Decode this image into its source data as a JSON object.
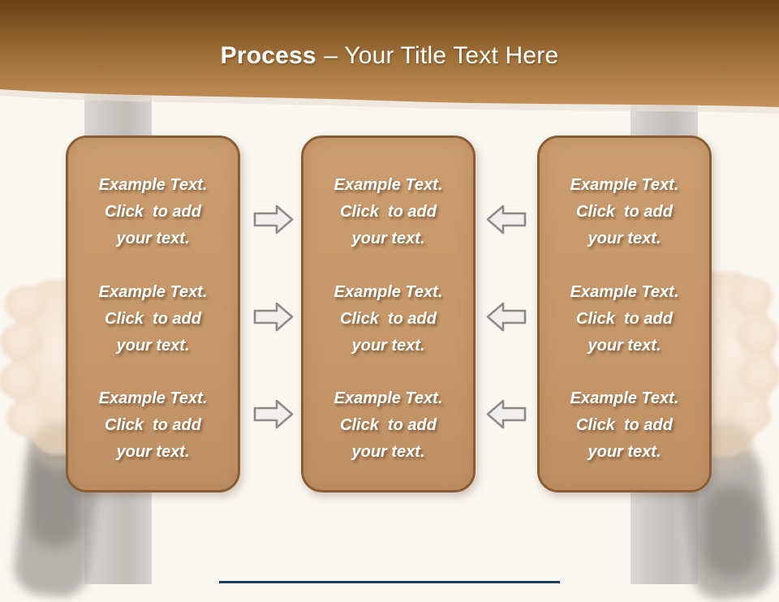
{
  "slide": {
    "background_color": "#faf6f0",
    "title": {
      "bold": "Process",
      "rest": "– Your Title Text Here",
      "color": "#ffffff"
    },
    "header": {
      "gradient_top": "#6b4015",
      "gradient_middle": "#a0713a",
      "gradient_bottom": "#c5905a"
    },
    "accent_line_color": "#20375f"
  },
  "panels": [
    {
      "name": "left-panel",
      "fill": "#c89a6c",
      "border": "#8a5c33",
      "blocks": [
        "Example Text.\nClick  to add\nyour text.",
        "Example Text.\nClick  to add\nyour text.",
        "Example Text.\nClick  to add\nyour text."
      ]
    },
    {
      "name": "center-panel",
      "fill": "#c89a6c",
      "border": "#8a5c33",
      "blocks": [
        "Example Text.\nClick  to add\nyour text.",
        "Example Text.\nClick  to add\nyour text.",
        "Example Text.\nClick  to add\nyour text."
      ]
    },
    {
      "name": "right-panel",
      "fill": "#c89a6c",
      "border": "#8a5c33",
      "blocks": [
        "Example Text.\nClick  to add\nyour text.",
        "Example Text.\nClick  to add\nyour text.",
        "Example Text.\nClick  to add\nyour text."
      ]
    }
  ],
  "arrows": {
    "fill": "#f1efed",
    "stroke": "#8d8b89",
    "between_left_and_center": {
      "direction": "right",
      "count": 3,
      "glyph": "⇨"
    },
    "between_center_and_right": {
      "direction": "left",
      "count": 3,
      "glyph": "⇦"
    }
  },
  "decor": {
    "left_bar": "gray vertical bar",
    "right_bar": "gray vertical bar",
    "left_hand": "hand gripping bar (faded photo)",
    "right_hand": "hand gripping bar (faded photo)"
  }
}
